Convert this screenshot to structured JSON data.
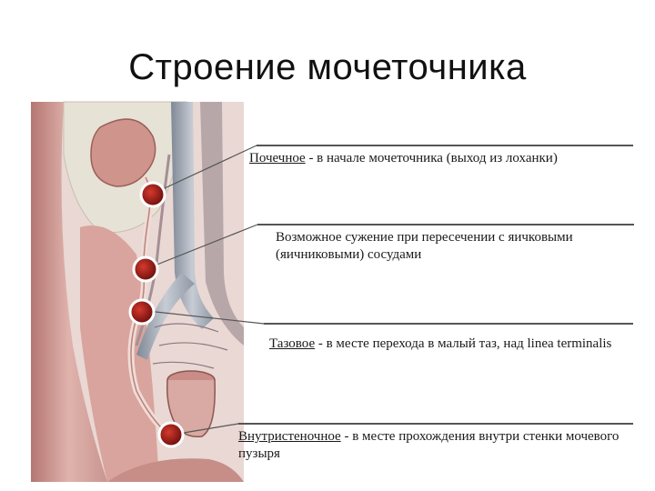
{
  "title": "Строение мочеточника",
  "constrictions": [
    {
      "term": "Почечное",
      "text": " - в начале мочеточника (выход из лоханки)"
    },
    {
      "term": "",
      "text": "Возможное сужение при пересечении с яичковыми (яичниковыми) сосудами"
    },
    {
      "term": "Тазовое",
      "text": " - в месте перехода в малый таз, над linea terminalis"
    },
    {
      "term": "Внутристеночное",
      "text": " - в месте прохождения внутри стенки мочевого пузыря"
    }
  ],
  "colors": {
    "marker": "#a01c18",
    "tissue": "#c98c86",
    "vessel": "#9aa3b0",
    "line": "#555555"
  }
}
